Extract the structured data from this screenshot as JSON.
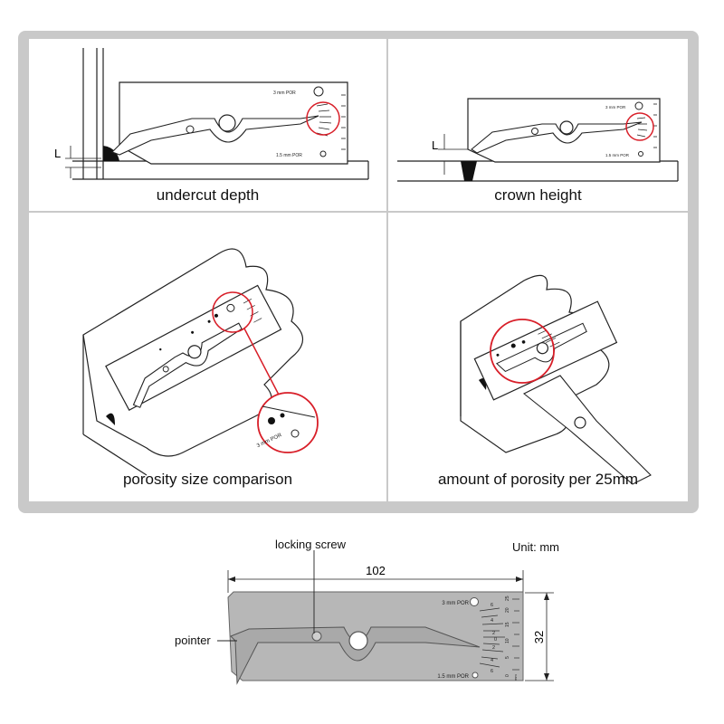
{
  "panels": {
    "undercut": {
      "caption": "undercut depth",
      "dim_label": "L"
    },
    "crown": {
      "caption": "crown height",
      "dim_label": "L"
    },
    "porosity_size": {
      "caption": "porosity size comparison",
      "zoom_label": "3 mm POR"
    },
    "porosity_amount": {
      "caption": "amount of porosity per 25mm"
    }
  },
  "gauge": {
    "label_top": "3 mm POR",
    "label_bottom": "1.5 mm POR",
    "scale_marks": [
      "6",
      "4",
      "2",
      "0",
      "2",
      "4",
      "6"
    ],
    "scale_unit": "mm",
    "outer_marks": [
      "0",
      "5",
      "10",
      "15",
      "20",
      "25"
    ]
  },
  "bottom": {
    "locking_screw": "locking screw",
    "pointer": "pointer",
    "unit": "Unit: mm",
    "width": "102",
    "height": "32"
  },
  "colors": {
    "frame": "#c9c9c9",
    "highlight": "#d81e28",
    "gauge_body": "#b7b7b7"
  }
}
